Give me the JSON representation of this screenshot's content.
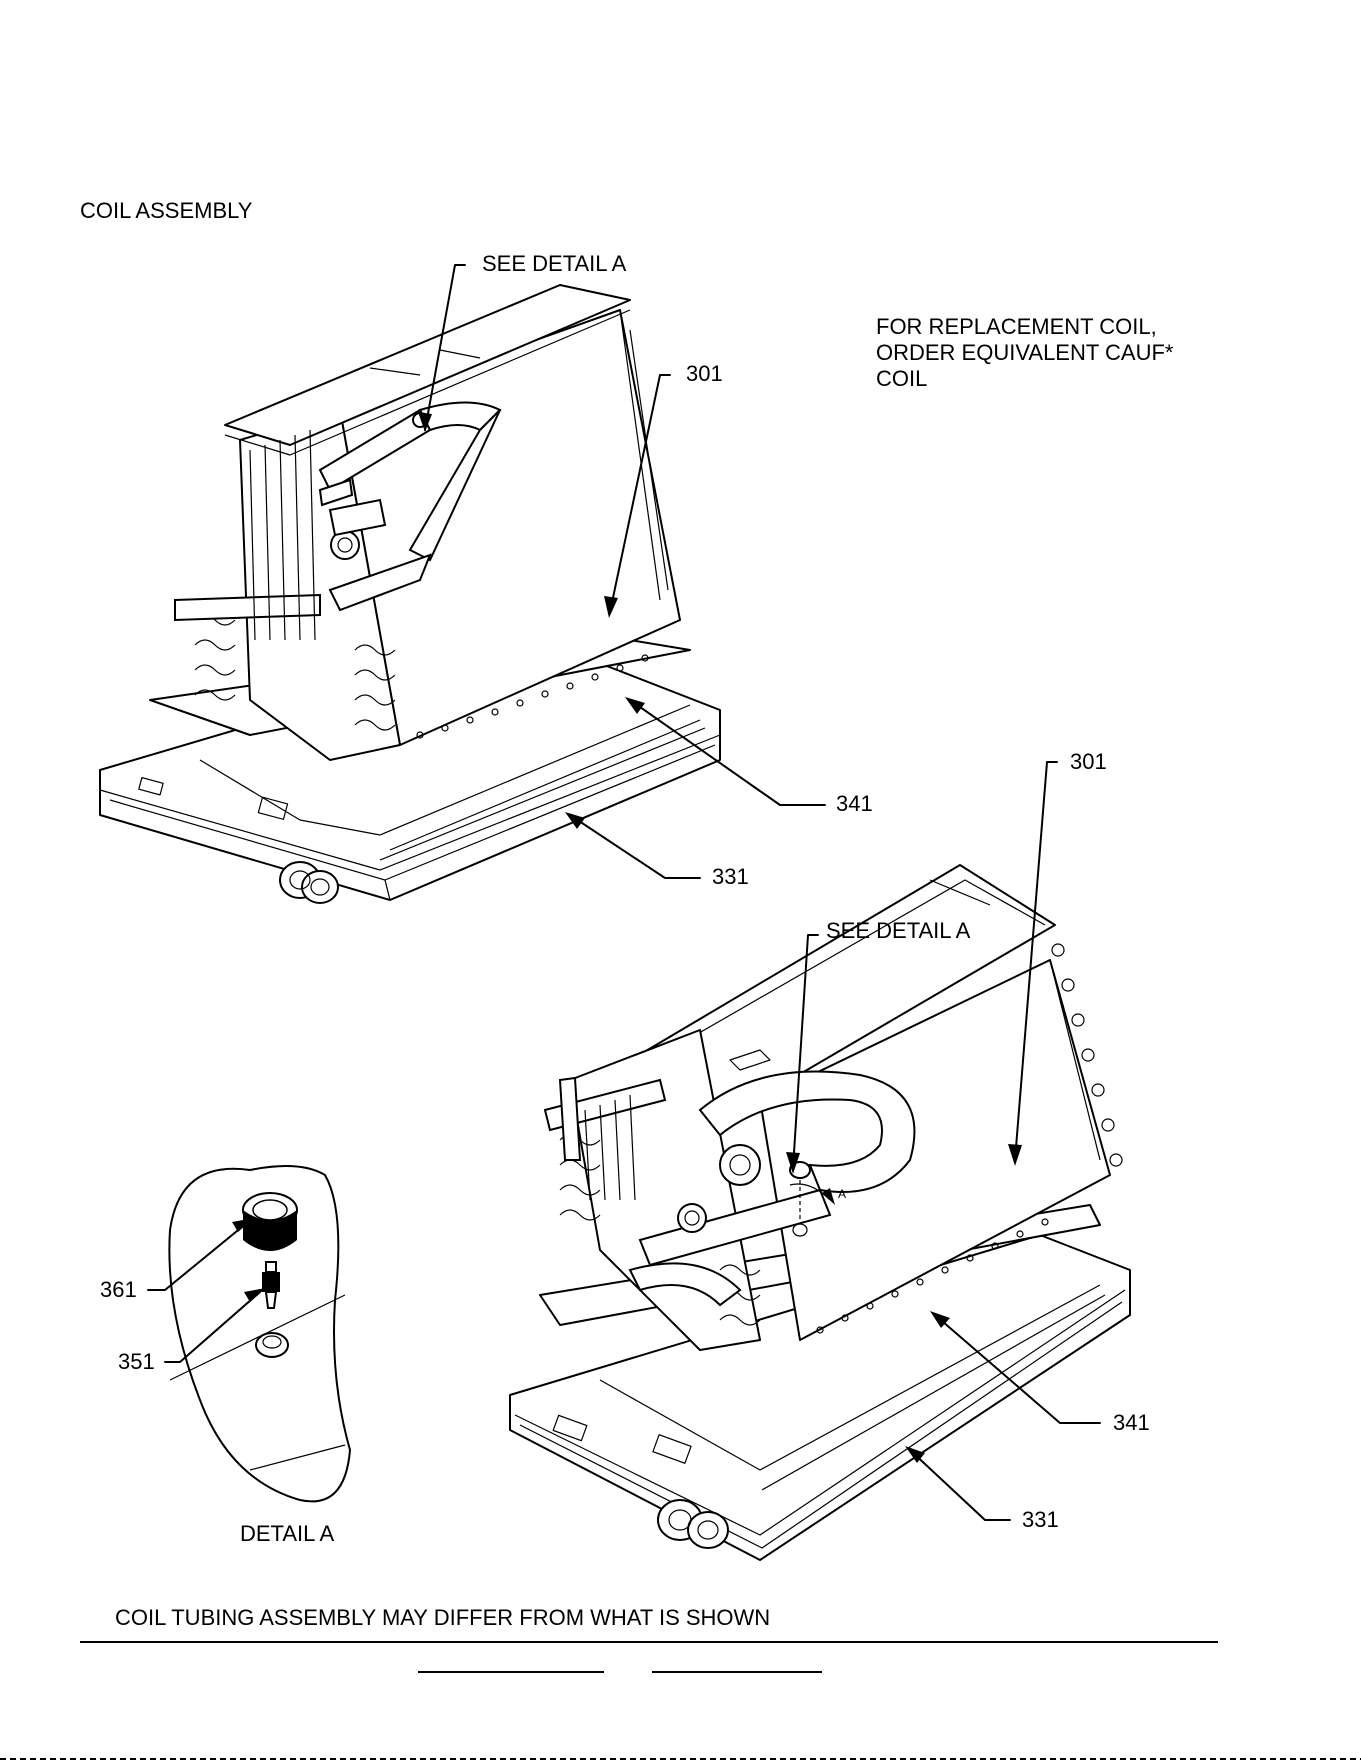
{
  "title": "COIL ASSEMBLY",
  "note_replacement": [
    "FOR REPLACEMENT COIL,",
    "ORDER EQUIVALENT CAUF*",
    "COIL"
  ],
  "callouts": {
    "see_detail_top": "SEE DETAIL A",
    "see_detail_bottom": "SEE DETAIL A",
    "top_301": "301",
    "top_341": "341",
    "top_331": "331",
    "bottom_301": "301",
    "bottom_341": "341",
    "bottom_331": "331",
    "detail_361": "361",
    "detail_351": "351",
    "detail_marker": "A"
  },
  "detail_caption": "DETAIL A",
  "footer_note": "COIL TUBING ASSEMBLY MAY DIFFER FROM WHAT IS SHOWN"
}
